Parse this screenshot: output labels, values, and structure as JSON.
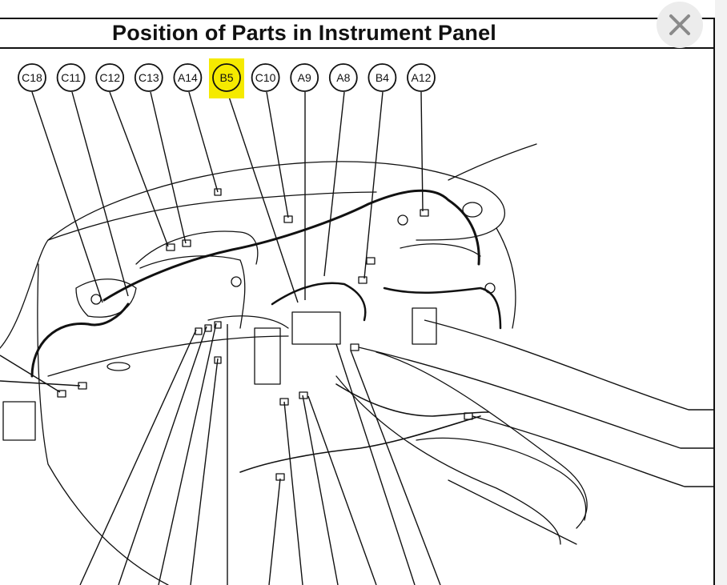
{
  "window": {
    "title": "Position of Parts in Instrument Panel",
    "close_icon": "close-icon"
  },
  "diagram": {
    "callouts": [
      {
        "label": "C18",
        "highlighted": false
      },
      {
        "label": "C11",
        "highlighted": false
      },
      {
        "label": "C12",
        "highlighted": false
      },
      {
        "label": "C13",
        "highlighted": false
      },
      {
        "label": "A14",
        "highlighted": false
      },
      {
        "label": "B5",
        "highlighted": true
      },
      {
        "label": "C10",
        "highlighted": false
      },
      {
        "label": "A9",
        "highlighted": false
      },
      {
        "label": "A8",
        "highlighted": false
      },
      {
        "label": "B4",
        "highlighted": false
      },
      {
        "label": "A12",
        "highlighted": false
      }
    ],
    "highlight_color": "#f5ea00",
    "line_color": "#111111"
  }
}
